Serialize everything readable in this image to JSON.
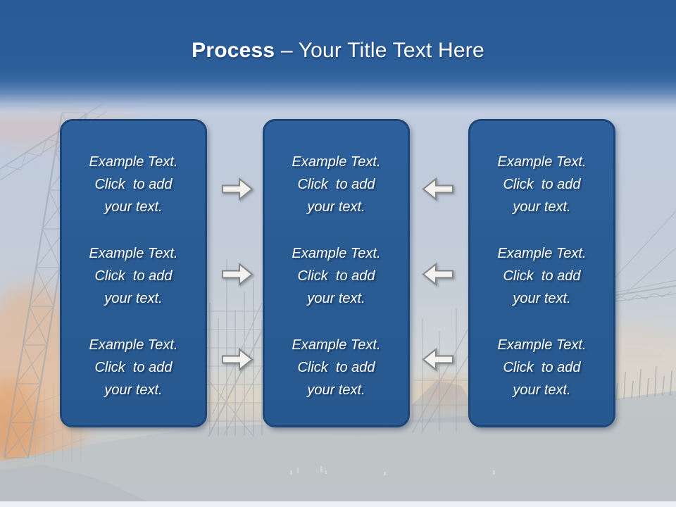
{
  "title": {
    "emphasis": "Process",
    "rest": "– Your Title Text Here"
  },
  "columns": [
    {
      "name": "left process box",
      "paragraphs": [
        {
          "lines": [
            "Example Text.",
            "Click  to add",
            "your text."
          ]
        },
        {
          "lines": [
            "Example Text.",
            "Click  to add",
            "your text."
          ]
        },
        {
          "lines": [
            "Example Text.",
            "Click  to add",
            "your text."
          ]
        }
      ]
    },
    {
      "name": "center process box",
      "paragraphs": [
        {
          "lines": [
            "Example Text.",
            "Click  to add",
            "your text."
          ]
        },
        {
          "lines": [
            "Example Text.",
            "Click  to add",
            "your text."
          ]
        },
        {
          "lines": [
            "Example Text.",
            "Click  to add",
            "your text."
          ]
        }
      ]
    },
    {
      "name": "right process box",
      "paragraphs": [
        {
          "lines": [
            "Example Text.",
            "Click  to add",
            "your text."
          ]
        },
        {
          "lines": [
            "Example Text.",
            "Click  to add",
            "your text."
          ]
        },
        {
          "lines": [
            "Example Text.",
            "Click  to add",
            "your text."
          ]
        }
      ]
    }
  ],
  "arrows": {
    "forward_direction": "right",
    "forward_count": 3,
    "backward_direction": "left",
    "backward_count": 3
  },
  "background": {
    "scene": "construction-site-silhouette-at-dusk"
  },
  "colors": {
    "header_blue": "#2b5c96",
    "box_fill": "#2a5c93",
    "box_border": "#1c4678",
    "box_text": "#ffffff",
    "title_text": "#ffffff",
    "arrow_fill": "#f3f2ee",
    "arrow_stroke": "#85898c",
    "sky_light": "#c3cedd",
    "ground_gray": "#c0c5c9",
    "sunset_orange": "#e6a060"
  }
}
